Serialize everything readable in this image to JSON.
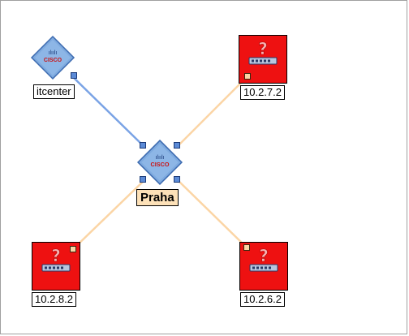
{
  "colors": {
    "router_link": "#7aa3e5",
    "unknown_link": "#fbd5a5",
    "router_fill": "#7eaadf",
    "unknown_fill": "#ee1111",
    "selected_label_bg": "#fde1b8"
  },
  "nodes": {
    "itcenter": {
      "label": "itcenter",
      "icon": "cisco-router-icon",
      "brand": "CISCO"
    },
    "praha": {
      "label": "Praha",
      "icon": "cisco-router-icon",
      "brand": "CISCO",
      "selected": true
    },
    "n1": {
      "label": "10.2.7.2",
      "icon": "unknown-device-icon"
    },
    "n2": {
      "label": "10.2.8.2",
      "icon": "unknown-device-icon"
    },
    "n3": {
      "label": "10.2.6.2",
      "icon": "unknown-device-icon"
    }
  }
}
